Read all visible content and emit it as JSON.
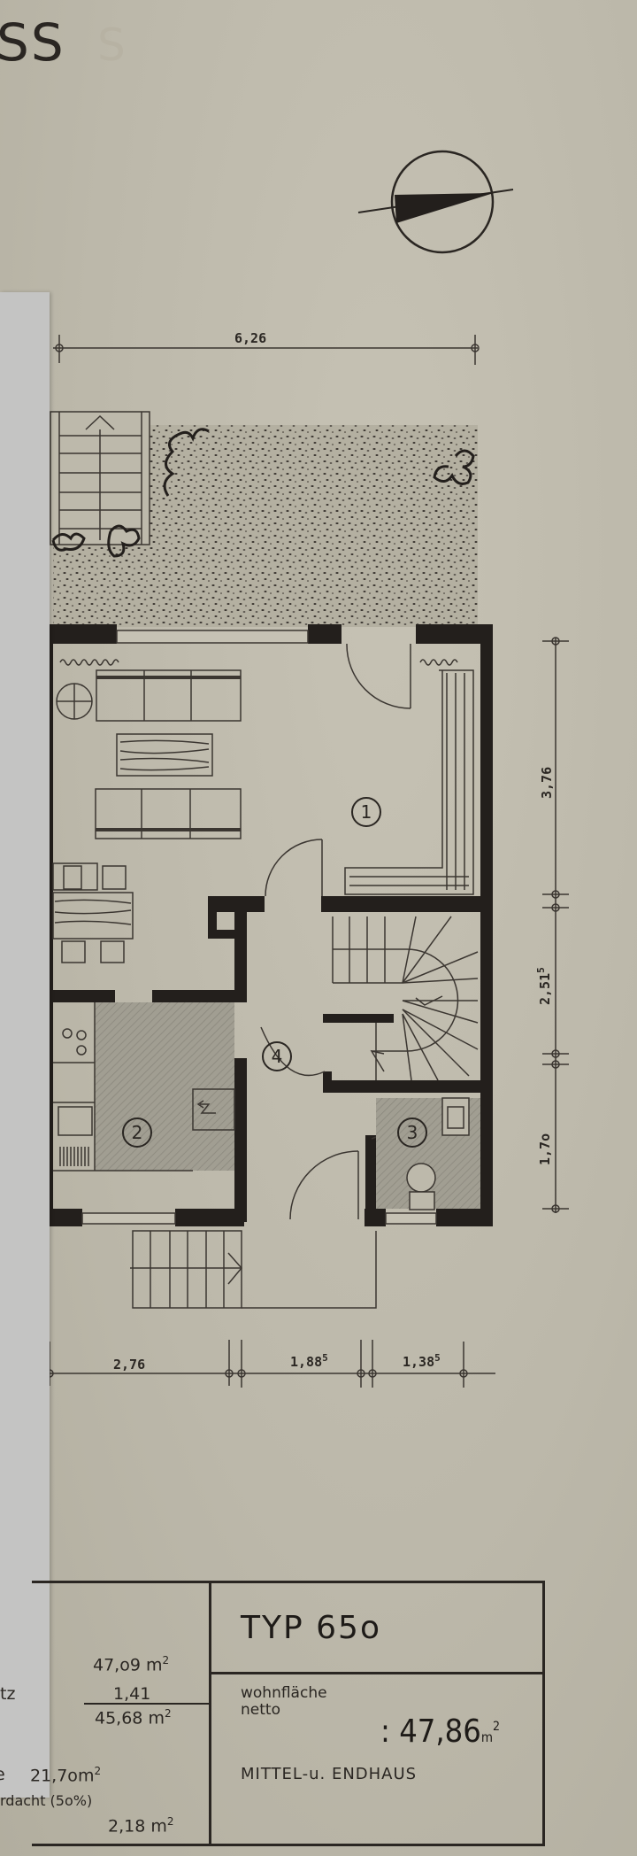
{
  "heading": {
    "text": "SS",
    "ghost_text": "S"
  },
  "compass": {
    "icon": "north-arrow-icon"
  },
  "dimensions": {
    "top_width": "6,26",
    "right": [
      {
        "label": "3,76",
        "sup": ""
      },
      {
        "label": "2,51",
        "sup": "5"
      },
      {
        "label": "1,7o",
        "sup": ""
      }
    ],
    "bottom": [
      {
        "label": "2,76",
        "sup": ""
      },
      {
        "label": "1,88",
        "sup": "5"
      },
      {
        "label": "1,38",
        "sup": "5"
      }
    ]
  },
  "rooms": [
    {
      "number": "1",
      "name": "living-room"
    },
    {
      "number": "2",
      "name": "kitchen"
    },
    {
      "number": "3",
      "name": "wc"
    },
    {
      "number": "4",
      "name": "hall"
    }
  ],
  "areas": {
    "gross": {
      "value": "47,o9",
      "unit": "m",
      "sup": "2"
    },
    "deduction_label": "tz",
    "deduction": {
      "value": "1,41"
    },
    "net": {
      "value": "45,68",
      "unit": "m",
      "sup": "2"
    },
    "row2_label_fragment": "e",
    "row2": {
      "value": "21,7o",
      "unit": "m",
      "sup": "2"
    },
    "row3_label": "rdacht (5o%)",
    "row3": {
      "value": "2,18",
      "unit": "m",
      "sup": "2"
    }
  },
  "title_block": {
    "type": "TYP 65o",
    "wohnflaeche_label_1": "wohnfläche",
    "wohnflaeche_label_2": "netto",
    "netto_value": ": 47,86",
    "netto_unit": "m",
    "netto_sup": "2",
    "house_type": "MITTEL-u. ENDHAUS"
  },
  "colors": {
    "paper": "#bdb9ab",
    "ink": "#2a2622",
    "wall": "#231f1c",
    "hatch_room": "#9b988c",
    "overlay_sheet": "#c4c4c3"
  }
}
